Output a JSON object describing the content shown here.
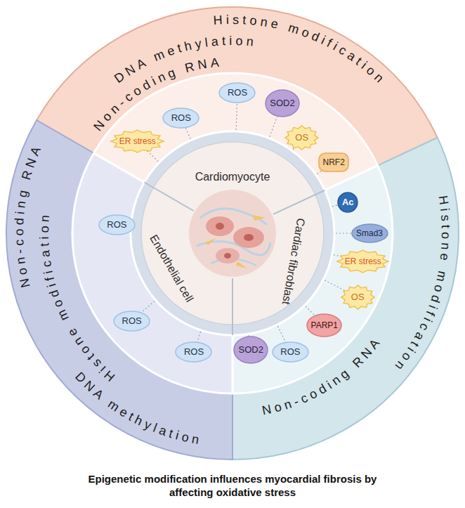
{
  "diagram": {
    "caption": "Epigenetic modification influences myocardial fibrosis by affecting oxidative stress",
    "nodes": [
      {
        "text": [
          "Histone modification",
          "DNA methylation",
          "Non-coding RNA"
        ]
      },
      {
        "text": [
          "Cardiomyocyte"
        ],
        "in": 0
      },
      {
        "text": [
          "ER stress"
        ],
        "in": 0
      },
      {
        "text": [
          "ROS"
        ],
        "in": 0
      },
      {
        "text": [
          "ROS"
        ],
        "in": 0
      },
      {
        "text": [
          "SOD2"
        ],
        "in": 0
      },
      {
        "text": [
          "OS"
        ],
        "in": 0
      },
      {
        "text": [
          "NRF2"
        ],
        "in": 0
      },
      {
        "text": [
          "Histone modification",
          "Non-coding RNA"
        ]
      },
      {
        "text": [
          "Cardiac fibroblast"
        ],
        "in": 8
      },
      {
        "text": [
          "Ac"
        ],
        "in": 8
      },
      {
        "text": [
          "Smad3"
        ],
        "in": 8
      },
      {
        "text": [
          "ER stress"
        ],
        "in": 8
      },
      {
        "text": [
          "OS"
        ],
        "in": 8
      },
      {
        "text": [
          "PARP1"
        ],
        "in": 8
      },
      {
        "text": [
          "ROS"
        ],
        "in": 8
      },
      {
        "text": [
          "SOD2"
        ],
        "in": 8
      },
      {
        "text": [
          "Non-coding RNA",
          "Histone modification",
          "DNA methylation"
        ]
      },
      {
        "text": [
          "Endothelial cell"
        ],
        "in": 17
      },
      {
        "text": [
          "ROS"
        ],
        "in": 17
      },
      {
        "text": [
          "ROS"
        ],
        "in": 17
      },
      {
        "text": [
          "ROS"
        ],
        "in": 17
      }
    ]
  }
}
